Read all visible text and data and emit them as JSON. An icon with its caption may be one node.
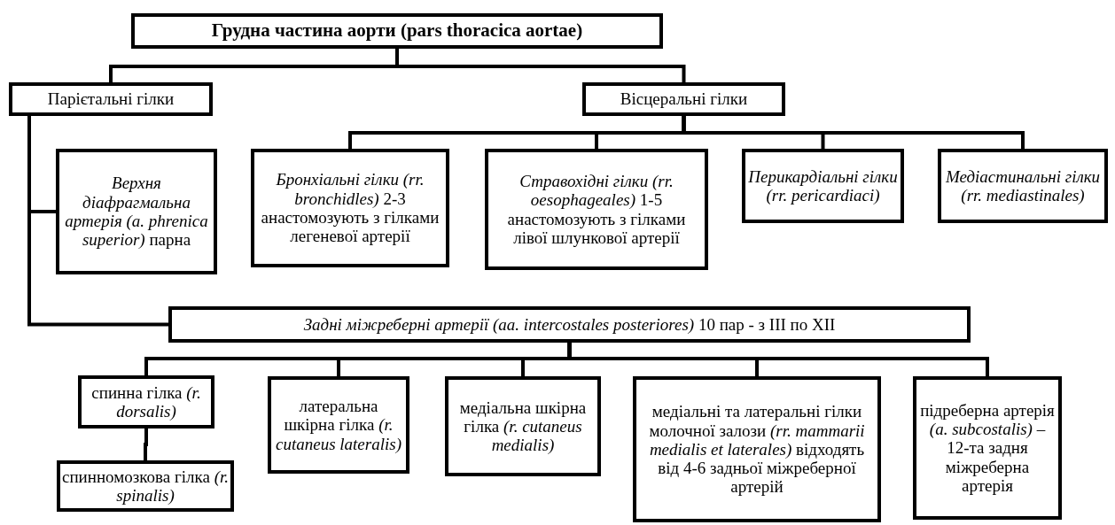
{
  "diagram": {
    "nodes": [
      {
        "text": [
          "Грудна частина аорти (pars thoracica aortae)"
        ]
      },
      {
        "text": [
          "Парієтальні гілки"
        ]
      },
      {
        "text": [
          "Вісцеральні гілки"
        ]
      },
      {
        "text": [
          "*Верхня діафрагмальна артерія (a. phrenica superior)* парна"
        ]
      },
      {
        "text": [
          "*Бронхіальні гілки (rr. bronchidles)* 2-3 анастомозують з гілками легеневої артерії"
        ]
      },
      {
        "text": [
          "*Стравохідні гілки (rr. oesophageales)* 1-5 анастомозують з гілками лівої шлункової артерії"
        ]
      },
      {
        "text": [
          "Перикардіальні гілки (rr. pericardiaci)"
        ]
      },
      {
        "text": [
          "Медіастинальні гілки (rr. mediastinales)"
        ]
      },
      {
        "text": [
          "*Задні міжреберні артерії (aa. intercostales posteriores)* 10 пар - з III по XII"
        ]
      },
      {
        "text": [
          "спинна гілка *(r. dorsalis)*"
        ]
      },
      {
        "text": [
          "спинномозкова гілка *(r. spinalis)*"
        ]
      },
      {
        "text": [
          "латеральна шкірна гілка *(r. cutaneus lateralis)*"
        ]
      },
      {
        "text": [
          "медіальна шкірна гілка *(r. cutaneus medialis)*"
        ]
      },
      {
        "text": [
          "медіальні та латеральні гілки молочної залози *(rr. mammarii medialis et laterales)* відходять від 4-6 задньої міжреберної артерій"
        ]
      },
      {
        "text": [
          "підреберна артерія *(a. subcostalis)* – 12-та задня міжреберна артерія"
        ]
      }
    ],
    "edges": [
      {
        "from": 0,
        "to": 1,
        "arrow": "none"
      },
      {
        "from": 0,
        "to": 2,
        "arrow": "none"
      },
      {
        "from": 1,
        "to": 3,
        "arrow": "none"
      },
      {
        "from": 1,
        "to": 8,
        "arrow": "none"
      },
      {
        "from": 2,
        "to": 4,
        "arrow": "none"
      },
      {
        "from": 2,
        "to": 5,
        "arrow": "none"
      },
      {
        "from": 2,
        "to": 6,
        "arrow": "none"
      },
      {
        "from": 2,
        "to": 7,
        "arrow": "none"
      },
      {
        "from": 8,
        "to": 9,
        "arrow": "none"
      },
      {
        "from": 8,
        "to": 11,
        "arrow": "none"
      },
      {
        "from": 8,
        "to": 12,
        "arrow": "none"
      },
      {
        "from": 8,
        "to": 13,
        "arrow": "none"
      },
      {
        "from": 8,
        "to": 14,
        "arrow": "none"
      },
      {
        "from": 9,
        "to": 10,
        "arrow": "none"
      }
    ]
  }
}
